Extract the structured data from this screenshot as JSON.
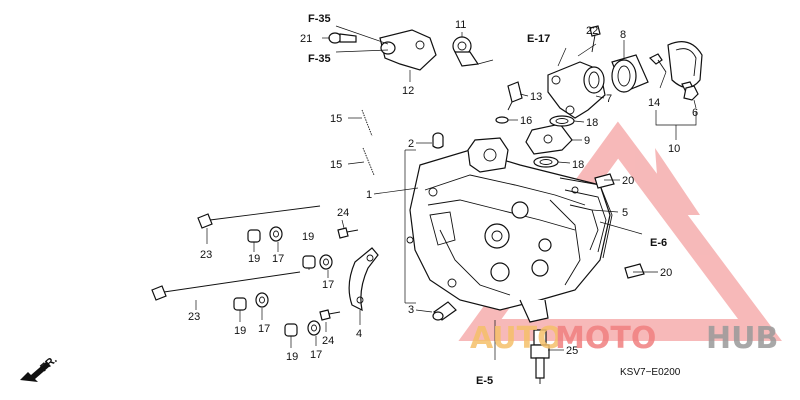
{
  "diagram": {
    "callouts": {
      "p1": "1",
      "p2": "2",
      "p3": "3",
      "p4": "4",
      "p5": "5",
      "p6": "6",
      "p7": "7",
      "p8": "8",
      "p9": "9",
      "p10": "10",
      "p11": "11",
      "p12": "12",
      "p13": "13",
      "p14": "14",
      "p15a": "15",
      "p15b": "15",
      "p16": "16",
      "p17a": "17",
      "p17b": "17",
      "p17c": "17",
      "p17d": "17",
      "p18a": "18",
      "p18b": "18",
      "p19a": "19",
      "p19b": "19",
      "p19c": "19",
      "p19d": "19",
      "p20a": "20",
      "p20b": "20",
      "p21": "21",
      "p22": "22",
      "p23a": "23",
      "p23b": "23",
      "p24a": "24",
      "p24b": "24",
      "p25": "25"
    },
    "refs": {
      "f35_top": "F-35",
      "f35_bottom": "F-35",
      "e17": "E-17",
      "e6": "E-6",
      "e5": "E-5"
    },
    "direction_label": "FR.",
    "diagram_code": "KSV7−E0200",
    "watermark": {
      "part1": "AUTO",
      "part2": "MOTO",
      "part3": "HUB",
      "color_auto": "#f5c06a",
      "color_moto": "#f08080",
      "color_hub": "#9a9a9a",
      "triangle_color": "#f08080"
    },
    "icons": {
      "direction_arrow": "front-direction-arrow-icon",
      "watermark_triangle": "warning-triangle-logo-icon"
    }
  }
}
